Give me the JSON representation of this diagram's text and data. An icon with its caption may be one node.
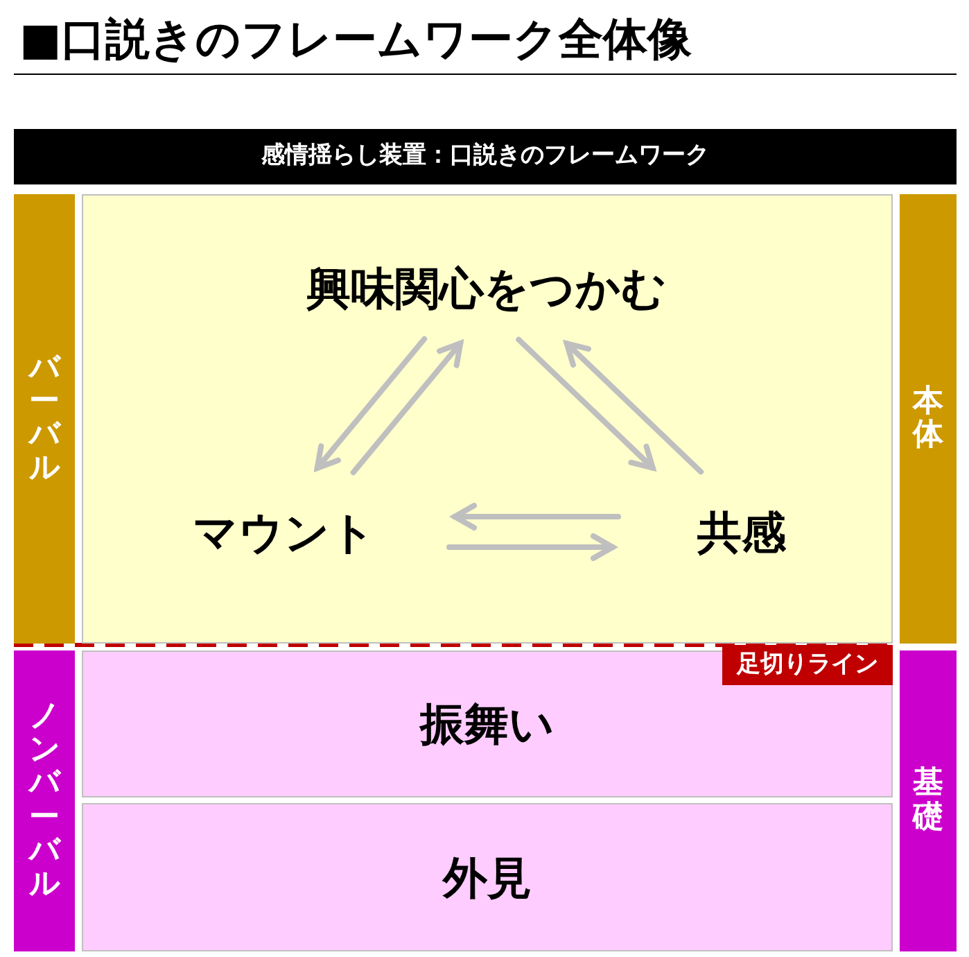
{
  "diagram": {
    "title": "■口説きのフレームワーク全体像",
    "nodes": [
      {
        "text": [
          "感情揺らし装置：口説きのフレームワーク"
        ]
      },
      {
        "text": [
          "バーバル"
        ]
      },
      {
        "text": [],
        "shape": "box"
      },
      {
        "text": [
          "興味関心をつかむ"
        ],
        "in": 2
      },
      {
        "text": [
          "マウント"
        ],
        "in": 2
      },
      {
        "text": [
          "共感"
        ],
        "in": 2
      },
      {
        "text": [
          "本体"
        ]
      },
      {
        "text": [
          "ノンバーバル"
        ]
      },
      {
        "text": [
          "振舞い"
        ]
      },
      {
        "text": [
          "外見"
        ]
      },
      {
        "text": [
          "基礎"
        ]
      },
      {
        "text": [
          "足切りライン"
        ]
      }
    ],
    "edges": [
      {
        "from": 3,
        "to": 4,
        "arrow": "to"
      },
      {
        "from": 4,
        "to": 3,
        "arrow": "to"
      },
      {
        "from": 3,
        "to": 5,
        "arrow": "to"
      },
      {
        "from": 5,
        "to": 3,
        "arrow": "to"
      },
      {
        "from": 5,
        "to": 4,
        "arrow": "to"
      },
      {
        "from": 4,
        "to": 5,
        "arrow": "to"
      }
    ]
  }
}
